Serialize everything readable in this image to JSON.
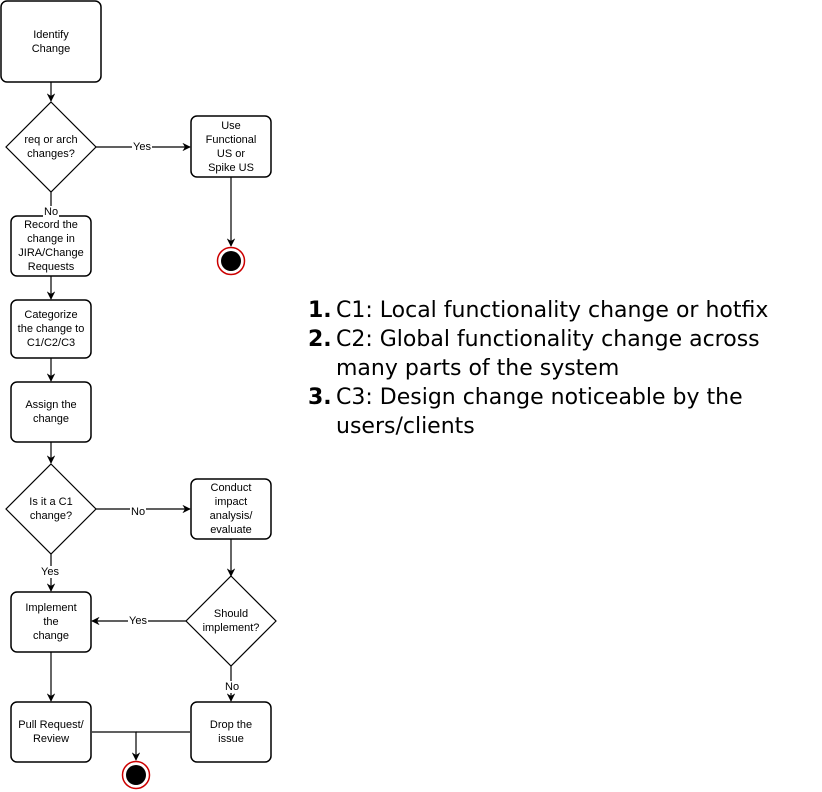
{
  "flowchart": {
    "nodes": {
      "identify_change": "Identify\nChange",
      "req_arch_decision": "req or arch\nchanges?",
      "use_functional_us": "Use\nFunctional\nUS or\nSpike US",
      "record_change": "Record the\nchange in\nJIRA/Change\nRequests",
      "categorize_change": "Categorize\nthe change to\nC1/C2/C3",
      "assign_change": "Assign the\nchange",
      "c1_decision": "Is it a C1\nchange?",
      "conduct_impact": "Conduct\nimpact\nanalysis/\nevaluate",
      "implement_change": "Implement\nthe\nchange",
      "should_implement_decision": "Should\nimplement?",
      "pull_request": "Pull Request/\nReview",
      "drop_issue": "Drop the\nissue"
    },
    "edge_labels": {
      "req_yes": "Yes",
      "req_no": "No",
      "c1_no": "No",
      "c1_yes": "Yes",
      "should_yes": "Yes",
      "should_no": "No"
    }
  },
  "legend": [
    {
      "number": "1.",
      "text": "C1: Local functionality change or hotfix"
    },
    {
      "number": "2.",
      "text": "C2: Global functionality change across many parts of the system"
    },
    {
      "number": "3.",
      "text": "C3: Design change noticeable by the users/clients"
    }
  ],
  "colors": {
    "stroke": "#000000",
    "end_ring": "#cc0000",
    "end_fill": "#000000"
  }
}
